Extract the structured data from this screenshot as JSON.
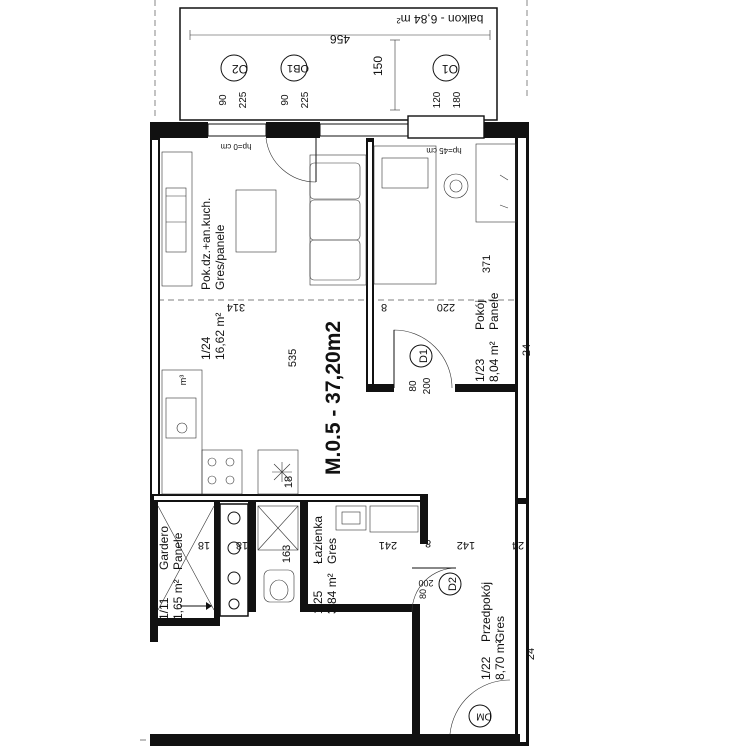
{
  "apartment": {
    "label": "M.0.5 - 37,20m2"
  },
  "balcony": {
    "label": "balkon - 6,84 m²",
    "width_dim": "456",
    "depth_dim": "150"
  },
  "windows": [
    {
      "tag": "O2",
      "width": "90",
      "height": "225"
    },
    {
      "tag": "OB1",
      "width": "90",
      "height": "225"
    },
    {
      "tag": "O1",
      "width": "120",
      "height": "180"
    }
  ],
  "sill_notes": {
    "left": "hp=0 cm",
    "right": "hp=45 cm"
  },
  "rooms": [
    {
      "id": "1/24",
      "name": "Pok.dz.+an.kuch.",
      "area": "16,62 m²",
      "floor": "Gres/panele"
    },
    {
      "id": "1/23",
      "name": "Pokój",
      "area": "8,04 m²",
      "floor": "Panele"
    },
    {
      "id": "1/25",
      "name": "Łazienka",
      "area": "3,84 m²",
      "floor": "Gres"
    },
    {
      "id": "1/22",
      "name": "Przedpokój",
      "area": "8,70 m²",
      "floor": "Gres"
    },
    {
      "id": "1/11",
      "name": "Gardero",
      "area": "1,65 m²",
      "floor": "Panele"
    }
  ],
  "doors": [
    {
      "tag": "D1",
      "width": "80",
      "height": "200"
    },
    {
      "tag": "D2",
      "width": "80",
      "height": "200"
    },
    {
      "tag": "DM"
    }
  ],
  "dims": {
    "living_width": "314",
    "living_depth": "535",
    "room_width": "220",
    "room_depth": "371",
    "wall_8a": "8",
    "wall_8b": "8",
    "wall_24a": "24",
    "wall_24b": "24",
    "wall_24c": "24",
    "hall_width": "142",
    "bath_width": "241",
    "bath_depth": "163",
    "wall_18a": "18",
    "wall_18b": "18",
    "hob_18": "18"
  },
  "annotations": {
    "bath_curtain": "m³"
  }
}
